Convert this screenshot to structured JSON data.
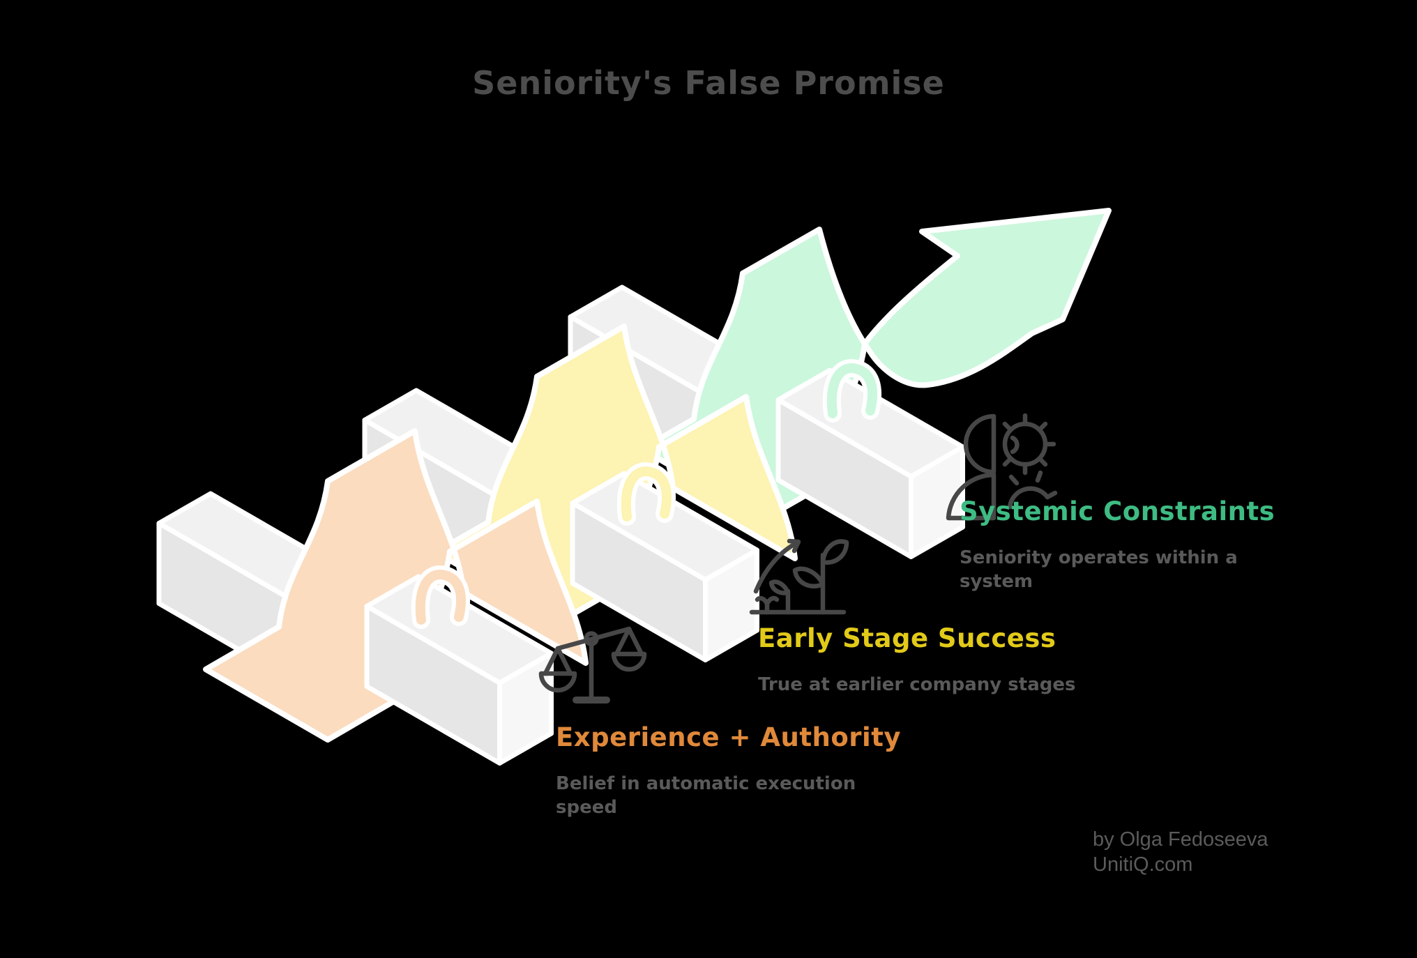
{
  "title": "Seniority's False Promise",
  "stages": [
    {
      "heading": "Experience + Authority",
      "description": "Belief in automatic execution speed",
      "accent_color": "#e0893a",
      "ribbon_color": "#fbdcbf",
      "icon": "balance-scale-icon"
    },
    {
      "heading": "Early Stage Success",
      "description": "True at earlier company stages",
      "accent_color": "#e2ca19",
      "ribbon_color": "#fdf3b2",
      "icon": "growth-plant-icon"
    },
    {
      "heading": "Systemic Constraints",
      "description": "Seniority operates within a system",
      "accent_color": "#3ebc83",
      "ribbon_color": "#cbf7dd",
      "icon": "person-gear-icon"
    }
  ],
  "attribution": {
    "byline": "by Olga Fedoseeva",
    "site": "UnitiQ.com"
  },
  "colors": {
    "background": "#000000",
    "title_text": "#4d4d4d",
    "body_text": "#5a5a5a",
    "bar_top": "#f1f1f1",
    "bar_side": "#e6e6e6",
    "bar_end": "#f7f7f7",
    "outline": "#ffffff",
    "icon_stroke": "#474747"
  }
}
